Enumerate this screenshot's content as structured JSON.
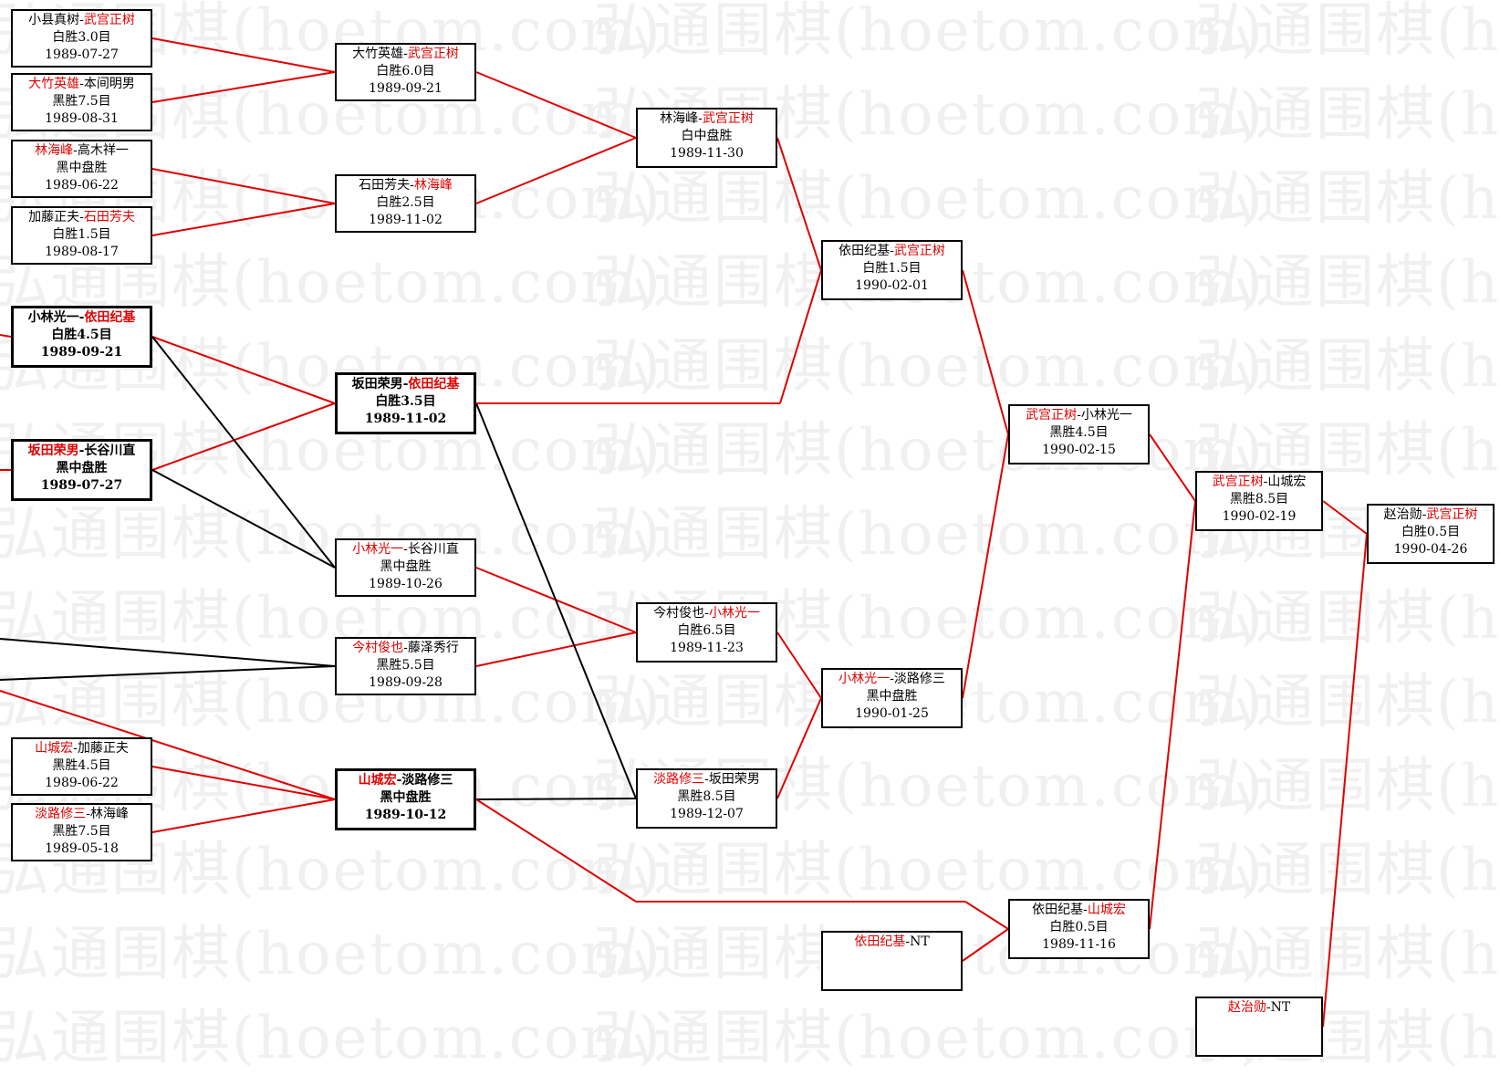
{
  "watermark": "弘通围棋(hoetom.com)",
  "games": [
    {
      "id": "g1",
      "black": "小县真树",
      "white": "武宫正树",
      "winner": "white",
      "result": "白胜3.0目",
      "date": "1989-07-27",
      "bold": false
    },
    {
      "id": "g2",
      "black": "大竹英雄",
      "white": "本间明男",
      "winner": "black",
      "result": "黑胜7.5目",
      "date": "1989-08-31",
      "bold": false
    },
    {
      "id": "g3",
      "black": "林海峰",
      "white": "高木祥一",
      "winner": "black",
      "result": "黑中盘胜",
      "date": "1989-06-22",
      "bold": false
    },
    {
      "id": "g4",
      "black": "加藤正夫",
      "white": "石田芳夫",
      "winner": "white",
      "result": "白胜1.5目",
      "date": "1989-08-17",
      "bold": false
    },
    {
      "id": "g5",
      "black": "小林光一",
      "white": "依田纪基",
      "winner": "white",
      "result": "白胜4.5目",
      "date": "1989-09-21",
      "bold": true
    },
    {
      "id": "g6",
      "black": "坂田荣男",
      "white": "长谷川直",
      "winner": "black",
      "result": "黑中盘胜",
      "date": "1989-07-27",
      "bold": true
    },
    {
      "id": "g7",
      "black": "山城宏",
      "white": "加藤正夫",
      "winner": "black",
      "result": "黑胜4.5目",
      "date": "1989-06-22",
      "bold": false
    },
    {
      "id": "g8",
      "black": "淡路修三",
      "white": "林海峰",
      "winner": "black",
      "result": "黑胜7.5目",
      "date": "1989-05-18",
      "bold": false
    },
    {
      "id": "g9",
      "black": "大竹英雄",
      "white": "武宫正树",
      "winner": "white",
      "result": "白胜6.0目",
      "date": "1989-09-21",
      "bold": false
    },
    {
      "id": "g10",
      "black": "石田芳夫",
      "white": "林海峰",
      "winner": "white",
      "result": "白胜2.5目",
      "date": "1989-11-02",
      "bold": false
    },
    {
      "id": "g11",
      "black": "坂田荣男",
      "white": "依田纪基",
      "winner": "white",
      "result": "白胜3.5目",
      "date": "1989-11-02",
      "bold": true
    },
    {
      "id": "g12",
      "black": "小林光一",
      "white": "长谷川直",
      "winner": "black",
      "result": "黑中盘胜",
      "date": "1989-10-26",
      "bold": false
    },
    {
      "id": "g13",
      "black": "今村俊也",
      "white": "藤泽秀行",
      "winner": "black",
      "result": "黑胜5.5目",
      "date": "1989-09-28",
      "bold": false
    },
    {
      "id": "g14",
      "black": "山城宏",
      "white": "淡路修三",
      "winner": "black",
      "result": "黑中盘胜",
      "date": "1989-10-12",
      "bold": true
    },
    {
      "id": "g15",
      "black": "林海峰",
      "white": "武宫正树",
      "winner": "white",
      "result": "白中盘胜",
      "date": "1989-11-30",
      "bold": false
    },
    {
      "id": "g16",
      "black": "今村俊也",
      "white": "小林光一",
      "winner": "white",
      "result": "白胜6.5目",
      "date": "1989-11-23",
      "bold": false
    },
    {
      "id": "g17",
      "black": "淡路修三",
      "white": "坂田荣男",
      "winner": "black",
      "result": "黑胜8.5目",
      "date": "1989-12-07",
      "bold": false
    },
    {
      "id": "g18",
      "black": "依田纪基",
      "white": "武宫正树",
      "winner": "white",
      "result": "白胜1.5目",
      "date": "1990-02-01",
      "bold": false
    },
    {
      "id": "g19",
      "black": "小林光一",
      "white": "淡路修三",
      "winner": "black",
      "result": "黑中盘胜",
      "date": "1990-01-25",
      "bold": false
    },
    {
      "id": "g20",
      "black": "依田纪基",
      "white": "NT",
      "winner": "black",
      "result": "",
      "date": "",
      "bold": false
    },
    {
      "id": "g21",
      "black": "武宫正树",
      "white": "小林光一",
      "winner": "black",
      "result": "黑胜4.5目",
      "date": "1990-02-15",
      "bold": false
    },
    {
      "id": "g22",
      "black": "依田纪基",
      "white": "山城宏",
      "winner": "white",
      "result": "白胜0.5目",
      "date": "1989-11-16",
      "bold": false
    },
    {
      "id": "g23",
      "black": "武宫正树",
      "white": "山城宏",
      "winner": "black",
      "result": "黑胜8.5目",
      "date": "1990-02-19",
      "bold": false
    },
    {
      "id": "g24",
      "black": "赵治勋",
      "white": "NT",
      "winner": "black",
      "result": "",
      "date": "",
      "bold": false
    },
    {
      "id": "g25",
      "black": "赵治勋",
      "white": "武宫正树",
      "winner": "white",
      "result": "白胜0.5目",
      "date": "1990-04-26",
      "bold": false
    }
  ]
}
